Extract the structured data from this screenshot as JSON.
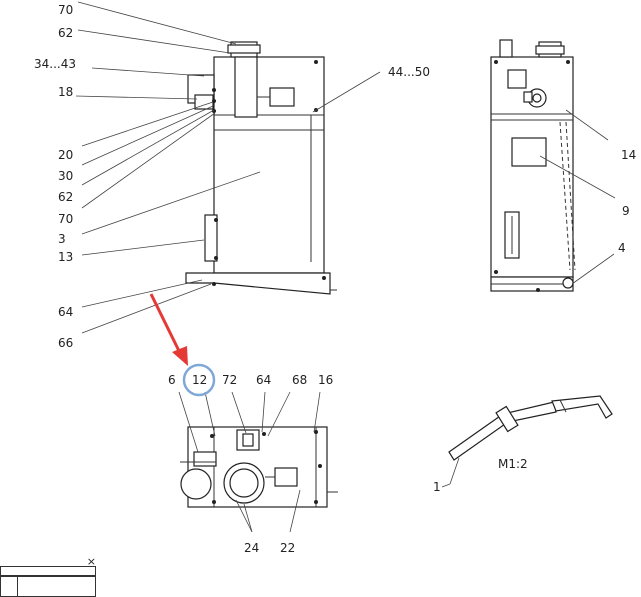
{
  "callouts": {
    "front": [
      "70",
      "62",
      "34...43",
      "18",
      "20",
      "30",
      "62",
      "70",
      "3",
      "13",
      "64",
      "66"
    ],
    "top_right": "44...50",
    "side": [
      "14",
      "9",
      "4"
    ],
    "bottom": [
      "6",
      "12",
      "72",
      "64",
      "68",
      "16",
      "24",
      "22"
    ],
    "hose": "1",
    "scale": "M1:2"
  },
  "highlight": {
    "callout": "12",
    "circle_color": "#7fa8d6",
    "arrow_color": "#e53935"
  },
  "titleblock": {
    "close_glyph": "×"
  }
}
